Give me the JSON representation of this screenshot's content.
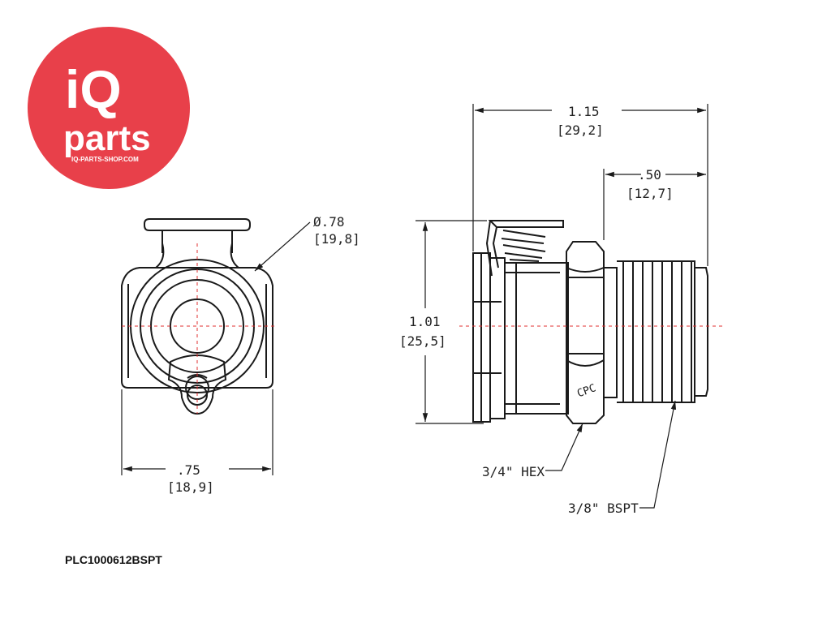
{
  "brand": {
    "logo_line1": "iQ",
    "logo_line2": "parts",
    "logo_url_text": "IQ-PARTS-SHOP.COM",
    "brand_color": "#e8404a"
  },
  "part_number": "PLC1000612BSPT",
  "front_view": {
    "diameter_in": "Ø.78",
    "diameter_mm": "[19,8]",
    "width_in": ".75",
    "width_mm": "[18,9]"
  },
  "side_view": {
    "length_in": "1.15",
    "length_mm": "[29,2]",
    "thread_len_in": ".50",
    "thread_len_mm": "[12,7]",
    "height_in": "1.01",
    "height_mm": "[25,5]",
    "hex_label": "3/4\" HEX",
    "thread_label": "3/8\" BSPT",
    "body_mark": "CPC"
  },
  "colors": {
    "line": "#1a1a1a",
    "centerline": "#e03030"
  }
}
